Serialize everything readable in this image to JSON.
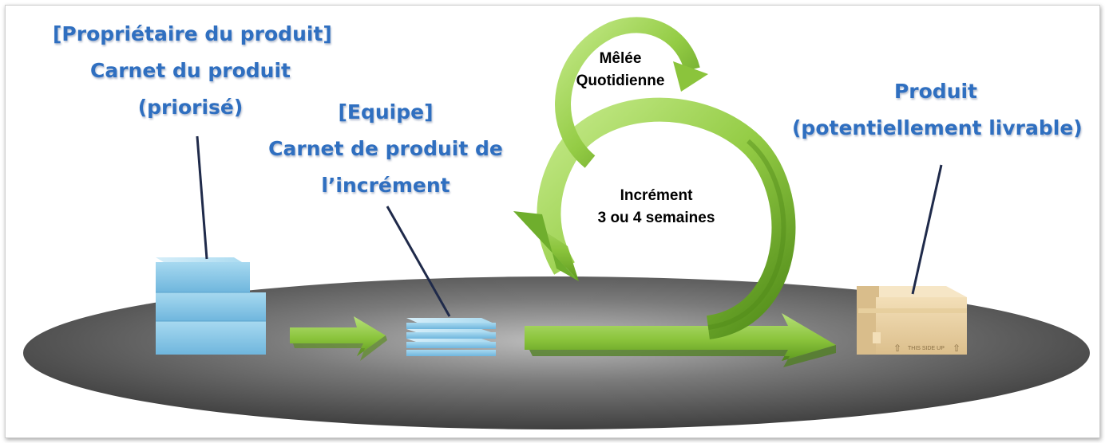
{
  "diagram": {
    "owner_label": {
      "line1": "[Propriétaire du produit]",
      "line2": "Carnet du produit",
      "line3": "(priorisé)"
    },
    "team_label": {
      "line1": "[Equipe]",
      "line2": "Carnet de produit de",
      "line3": "l’incrément"
    },
    "daily_scrum": {
      "line1": "Mêlée",
      "line2": "Quotidienne"
    },
    "increment": {
      "line1": "Incrément",
      "line2": "3 ou 4 semaines"
    },
    "product_label": {
      "line1": "Produit",
      "line2": "(potentiellement livrable)"
    },
    "box_printed_text": "THIS SIDE UP",
    "colors": {
      "label_blue": "#2f6fc0",
      "arrow_green": "#8bc43c",
      "disc_gray": "#6a6a6a",
      "block_blue": "#8fcbe8",
      "box_tan": "#e9cfa1"
    }
  }
}
